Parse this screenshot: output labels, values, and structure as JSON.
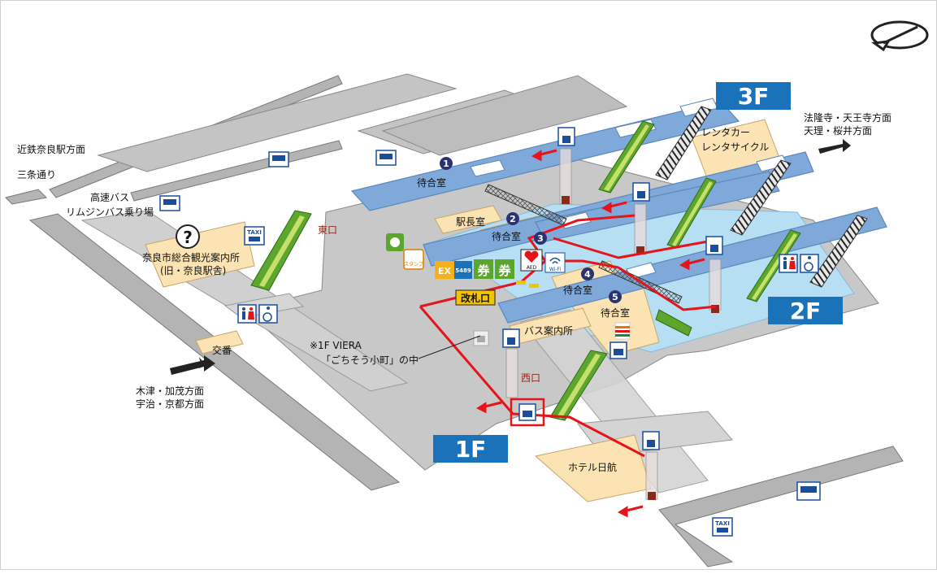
{
  "floors": {
    "f3": "3F",
    "f2": "2F",
    "f1": "1F"
  },
  "labels": {
    "kintetsu": "近鉄奈良駅方面",
    "sanjo": "三条通り",
    "highway_bus_1": "高速バス",
    "highway_bus_2": "リムジンバス乗り場",
    "tourist_info_1": "奈良市総合観光案内所",
    "tourist_info_2": "(旧・奈良駅舎)",
    "higashiguchi": "東口",
    "koban": "交番",
    "kizu_1": "木津・加茂方面",
    "kizu_2": "宇治・京都方面",
    "viera_1": "※1F VIERA",
    "viera_2": "「ごちそう小町」の中",
    "nishiguchi": "西口",
    "hotel": "ホテル日航",
    "bus_info": "バス案内所",
    "kaisatsu": "改札口",
    "ekicho": "駅長室",
    "machiai": "待合室",
    "rentacar_1": "レンタカー",
    "rentacar_2": "レンタサイクル",
    "horyuji_1": "法隆寺・天王寺方面",
    "horyuji_2": "天理・桜井方面",
    "ex": "EX",
    "code5489": "5489",
    "ken": "券",
    "aed": "AED",
    "wifi": "Wi-Fi",
    "taxi": "TAXI",
    "info_q": "?",
    "stamp": "スタンプ"
  },
  "waiting_rooms": [
    "1",
    "2",
    "3",
    "4",
    "5"
  ],
  "colors": {
    "platform": "#7fa9d8",
    "platform_edge": "#5b87bd",
    "concourse": "#b7dff3",
    "ground": "#c8c8c8",
    "road": "#b4b4b4",
    "floor_badge": "#1a72bb",
    "route": "#e5141a",
    "escalator": "#5da62e",
    "room": "#fbe3b3",
    "kaisatsu": "#f5c400",
    "waiting_badge": "#2a3272"
  },
  "icons": [
    "bus-icon",
    "elevator-icon",
    "stairs-icon",
    "escalator-icon",
    "toilet-icon",
    "wheelchair-icon",
    "locker-icon",
    "taxi-icon",
    "information-icon",
    "aed-icon",
    "wifi-icon",
    "ticket-icon",
    "compass-icon",
    "arrow-icon"
  ]
}
